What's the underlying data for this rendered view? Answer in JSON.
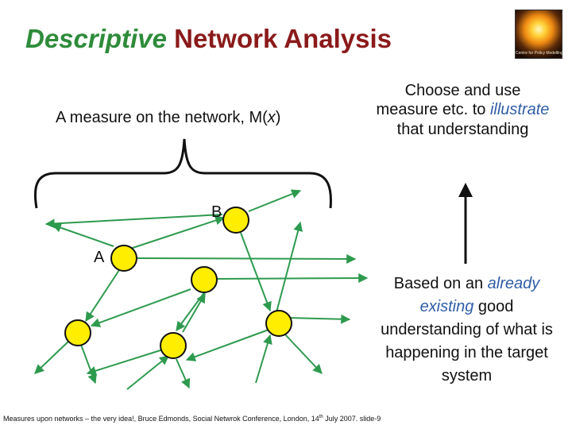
{
  "title": {
    "part1": "Descriptive",
    "part2": " Network Analysis"
  },
  "logo": {
    "caption": "Centre for Policy Modelling"
  },
  "measure": {
    "text_before": "A measure on the network, M(",
    "variable": "x",
    "text_after": ")"
  },
  "choose": {
    "line1": "Choose and use measure etc. to ",
    "emph": "illustrate",
    "line2": " that understanding"
  },
  "based": {
    "pre": "Based on an ",
    "emph": "already existing",
    "post": " good understanding of what is happening in the target system"
  },
  "nodes": {
    "label_a": "A",
    "label_b": "B"
  },
  "colors": {
    "node_fill": "#ffee00",
    "edge": "#2e9a4e",
    "title_green": "#2e8b3a",
    "title_red": "#8b1a1a",
    "highlight": "#2f5da6"
  },
  "footer": {
    "pre": "Measures upon networks – the very idea!, Bruce Edmonds, Social Netwrok Conference, London, 14",
    "sup": "th",
    "post": " July 2007. slide-9"
  }
}
